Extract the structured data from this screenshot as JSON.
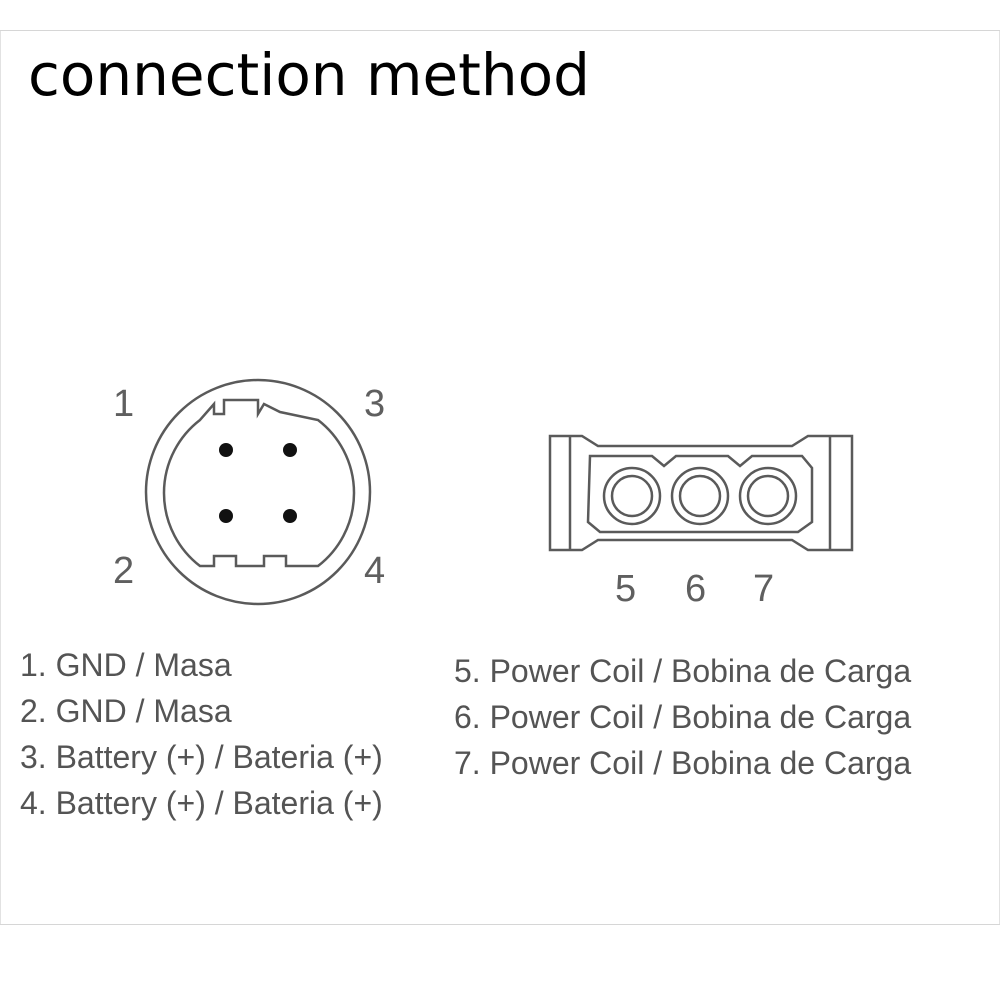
{
  "title": "connection method",
  "round_connector": {
    "pin_labels": [
      "1",
      "2",
      "3",
      "4"
    ],
    "legend": [
      "1. GND / Masa",
      "2. GND / Masa",
      "3. Battery (+) / Bateria (+)",
      "4. Battery (+) / Bateria (+)"
    ]
  },
  "flat_connector": {
    "pin_labels": [
      "5",
      "6",
      "7"
    ],
    "legend": [
      "5. Power Coil / Bobina de Carga",
      "6. Power Coil / Bobina de Carga",
      "7. Power Coil / Bobina de Carga"
    ]
  },
  "colors": {
    "line": "#5a5a5a",
    "text": "#545454",
    "title": "#000000"
  }
}
